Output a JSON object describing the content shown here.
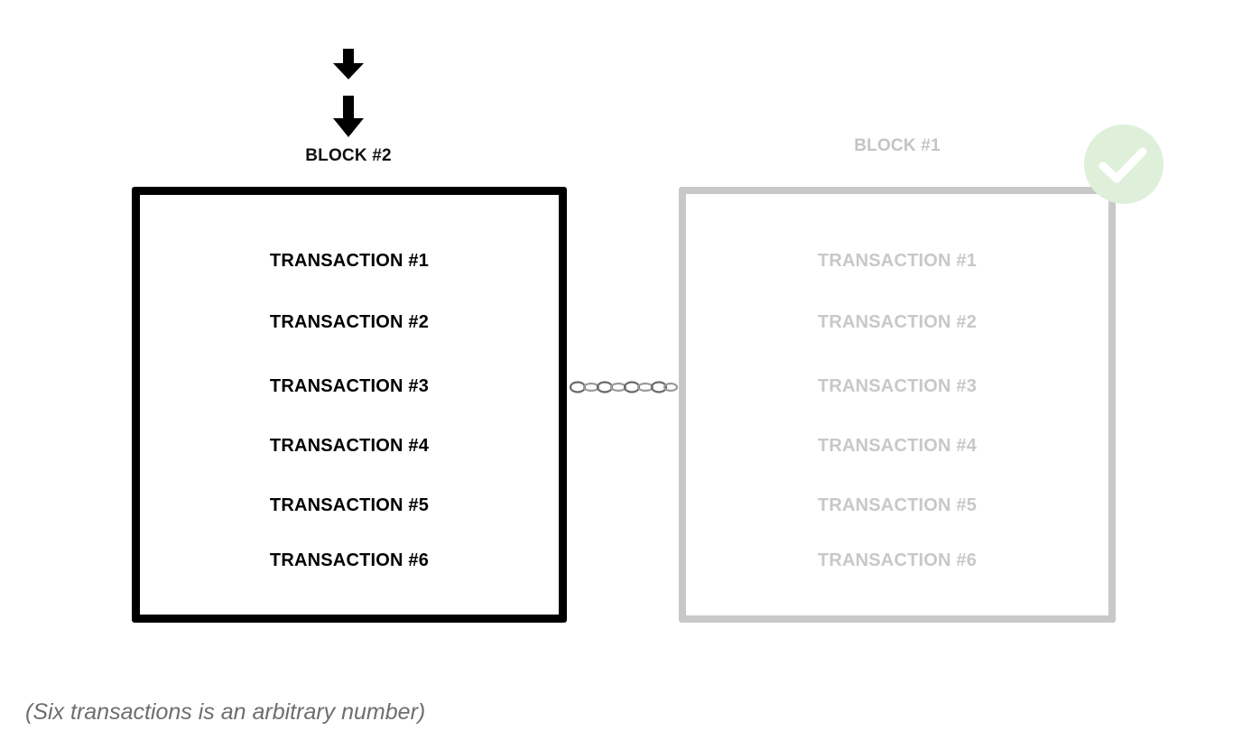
{
  "block_new": {
    "label": "BLOCK #2",
    "transactions": [
      "TRANSACTION #1",
      "TRANSACTION #2",
      "TRANSACTION #3",
      "TRANSACTION #4",
      "TRANSACTION #5",
      "TRANSACTION #6"
    ]
  },
  "block_confirmed": {
    "label": "BLOCK #1",
    "transactions": [
      "TRANSACTION #1",
      "TRANSACTION #2",
      "TRANSACTION #3",
      "TRANSACTION #4",
      "TRANSACTION #5",
      "TRANSACTION #6"
    ]
  },
  "caption": "(Six transactions is an arbitrary number)",
  "icons": {
    "incoming": "down-arrow-icon",
    "link": "chain-link-icon",
    "confirmed": "checkmark-icon"
  },
  "colors": {
    "active": "#000000",
    "faded": "#c8c8c8",
    "check_circle": "#dff0da"
  }
}
